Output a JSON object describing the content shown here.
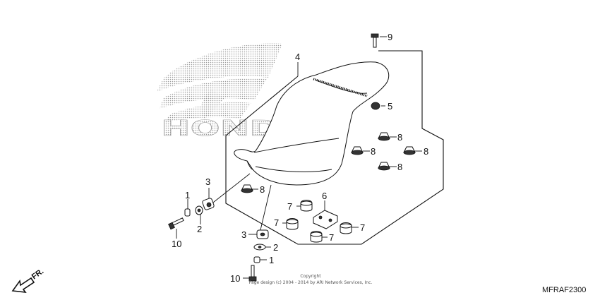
{
  "watermark": {
    "logo_text": "HONDA"
  },
  "callouts": {
    "seat": "4",
    "bolt_top": "9",
    "nut_top": "5",
    "nut": "8",
    "bracket": "6",
    "rubber": "7",
    "collar": "3",
    "washer_a": "1",
    "washer_b": "2",
    "bolt": "10"
  },
  "copyright": {
    "line1": "Copyright",
    "line2": "Page design (c) 2004 - 2014 by ARI Network Services, Inc."
  },
  "direction_label": "FR.",
  "diagram_code": "MFRAF2300",
  "colors": {
    "watermark": "#9a9a9a",
    "line": "#111111"
  }
}
